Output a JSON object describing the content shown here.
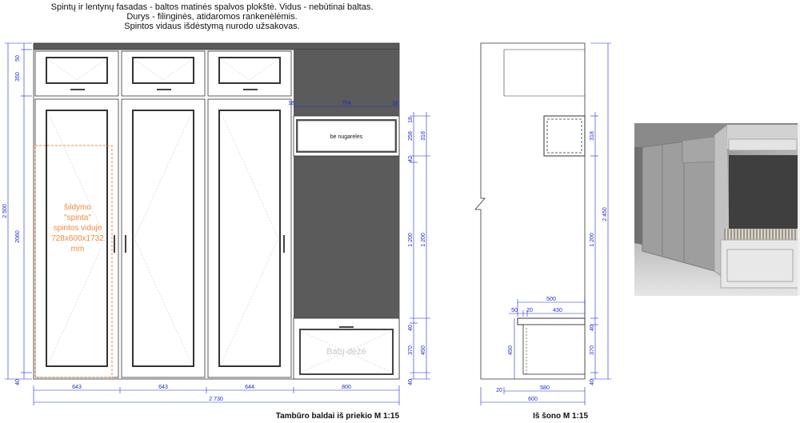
{
  "notes": [
    "Spintų ir lentynų fasadas - baltos matinės spalvos plokštė. Vidus - nebūtinai baltas.",
    "Durys - filinginės, atidaromos rankenėlėmis.",
    "Spintos vidaus išdėstymą nurodo užsakovas."
  ],
  "front": {
    "caption": "Tambūro baldai iš priekio M 1:15",
    "inner_label": "be nugarėlės",
    "shoe_box_label": "Batų dėžė",
    "heater_lines": [
      "šildymo",
      "\"spinta\"",
      "spintos viduje",
      "728x600x1732",
      "mm"
    ],
    "left_dims": {
      "top": "50",
      "upper": "350",
      "total": "2 500",
      "door": "2060",
      "bottom": "40"
    },
    "bottom_dims": [
      "643",
      "643",
      "644",
      "800"
    ],
    "total_width": "2 730",
    "shelf_dims": {
      "left": "18",
      "mid": "764",
      "right": "18"
    },
    "right_dims_a": [
      "18",
      "258",
      "42",
      "1 200",
      "40",
      "370",
      "40"
    ],
    "right_dims_b": [
      "318",
      "1 200",
      "450"
    ]
  },
  "side": {
    "caption": "Iš šono M 1:15",
    "right_dims_a": [
      "318",
      "1 200",
      "40",
      "370",
      "40"
    ],
    "total": "2 450",
    "bench_top": "500",
    "bench_row": [
      "50",
      "20",
      "430"
    ],
    "bench_h": "450",
    "bottom_row": [
      "20",
      "580"
    ],
    "total_depth": "600"
  }
}
